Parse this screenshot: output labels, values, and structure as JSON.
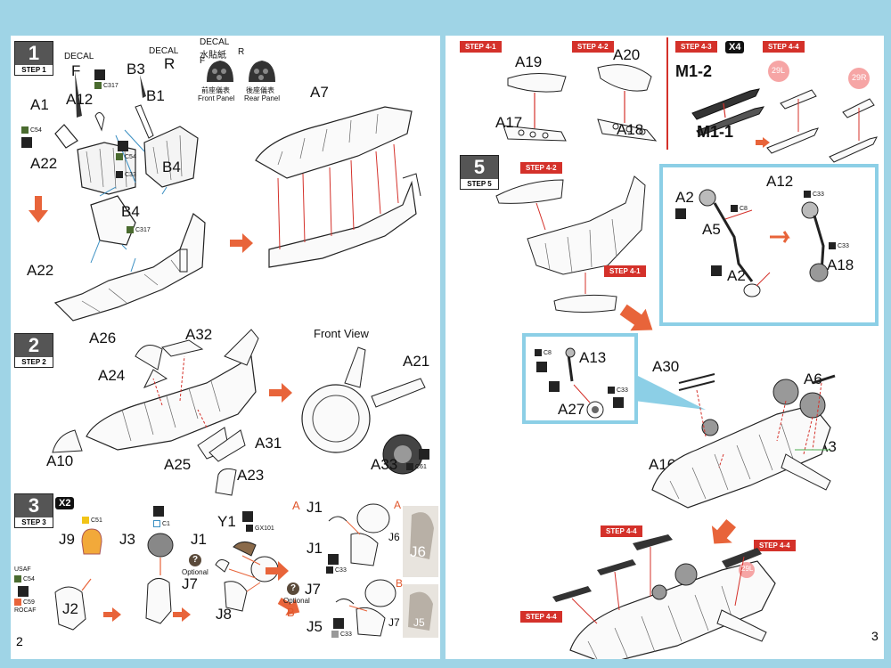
{
  "left_page": {
    "page_number": "2",
    "step1": {
      "number": "1",
      "label": "STEP 1",
      "decal_f_title": "DECAL",
      "decal_f": "F",
      "decal_r_title": "DECAL",
      "decal_r": "R",
      "decal_panel_title": "DECAL",
      "decal_panel_title_zh": "水貼紙",
      "panel_f": "F",
      "panel_r": "R",
      "front_panel_zh": "前座儀表",
      "rear_panel_zh": "後座儀表",
      "front_panel": "Front Panel",
      "rear_panel": "Rear Panel",
      "parts": [
        "A1",
        "A12",
        "B3",
        "B1",
        "A22",
        "B4",
        "A7",
        "B4",
        "A22"
      ],
      "materials": [
        "C317",
        "C54",
        "C54",
        "C33",
        "C317"
      ]
    },
    "step2": {
      "number": "2",
      "label": "STEP 2",
      "front_view": "Front View",
      "parts": [
        "A26",
        "A32",
        "A24",
        "A10",
        "A25",
        "A31",
        "A23",
        "A21",
        "A33"
      ],
      "materials": [
        "C61"
      ]
    },
    "step3": {
      "number": "3",
      "label": "STEP 3",
      "multiplier": "X2",
      "parts": [
        "J9",
        "J3",
        "Y1",
        "J1",
        "J7",
        "J8",
        "J2",
        "A",
        "J1",
        "J6",
        "J1",
        "J6",
        "B",
        "J7",
        "J5",
        "J7",
        "J5"
      ],
      "materials": [
        "C51",
        "C1",
        "GX101",
        "C54",
        "C59",
        "C33",
        "C33"
      ],
      "usaf": "USAF",
      "rocaf": "ROCAF",
      "optional": "Optional",
      "q_mark": "?"
    }
  },
  "right_page": {
    "page_number": "3",
    "step4_tags": [
      "STEP 4-1",
      "STEP 4-2",
      "STEP 4-3",
      "STEP 4-4"
    ],
    "step4_1_parts": [
      "A19",
      "A17"
    ],
    "step4_2_parts": [
      "A20",
      "A18"
    ],
    "step4_3": {
      "multiplier": "X4",
      "parts": [
        "M1-2",
        "M1-1"
      ]
    },
    "step4_4": {
      "labels": [
        "29L",
        "29R"
      ]
    },
    "step5": {
      "number": "5",
      "label": "STEP 5",
      "tags": [
        "STEP 4-2",
        "STEP 4-1",
        "STEP 4-4",
        "STEP 4-4",
        "STEP 4-4"
      ],
      "gear_box_parts": [
        "A2",
        "A12",
        "A5",
        "A2",
        "A18"
      ],
      "gear_box_materials": [
        "C8",
        "C33",
        "C33"
      ],
      "small_box_parts": [
        "A13",
        "A27"
      ],
      "small_box_materials": [
        "C8",
        "C33"
      ],
      "main_parts": [
        "A30",
        "A6",
        "A16",
        "A3"
      ],
      "missile_label": "29L"
    }
  },
  "colors": {
    "background": "#9fd4e6",
    "accent_red": "#d4312a",
    "arrow_orange": "#e8643a",
    "box_blue": "#8ccfe6",
    "swatch_green": "#4a6b2f",
    "swatch_yellow": "#f2c418",
    "swatch_gray": "#8b8f90",
    "swatch_orange": "#e8643a"
  }
}
